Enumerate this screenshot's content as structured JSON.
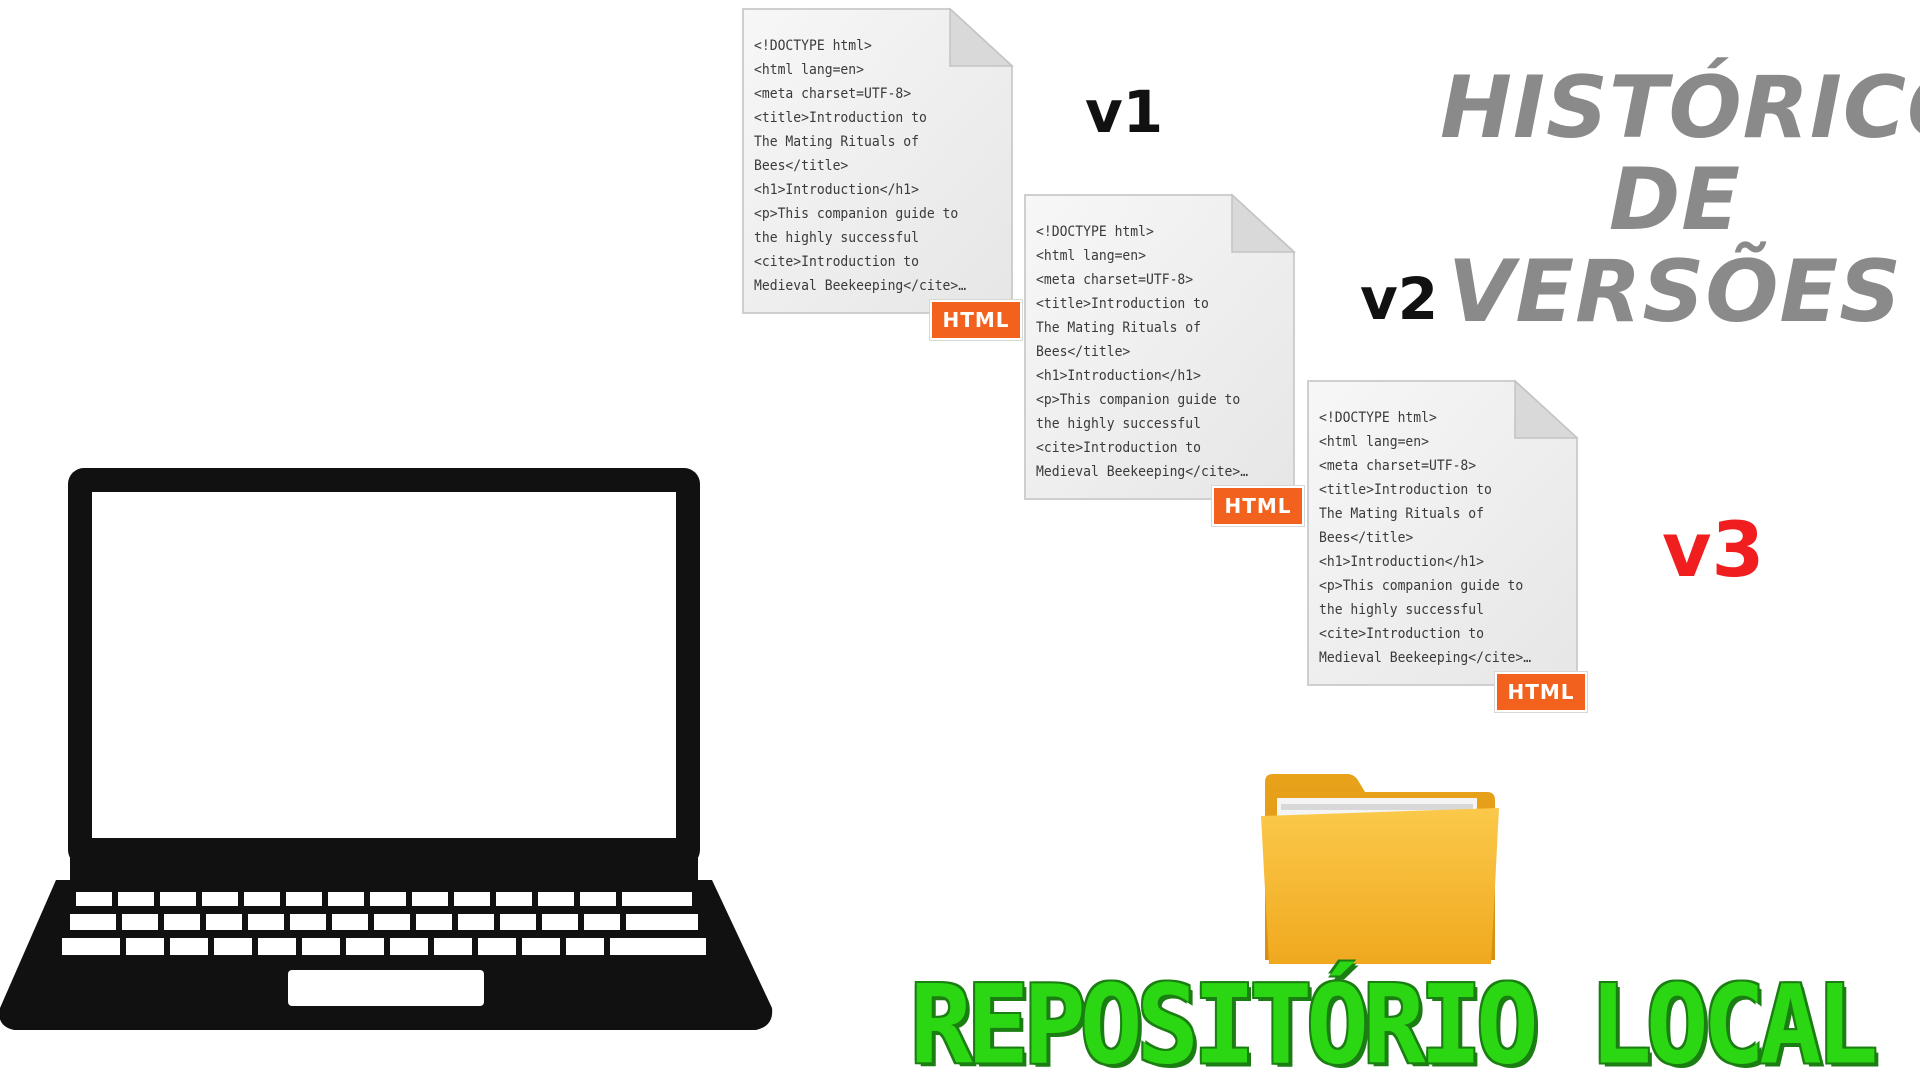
{
  "title": {
    "line1": "HISTÓRICO",
    "line2": "DE VERSÕES",
    "color": "#8a8a8a"
  },
  "documents": [
    {
      "code_lines": [
        "<!DOCTYPE html>",
        "<html lang=en>",
        "<meta charset=UTF-8>",
        "<title>Introduction to",
        "The Mating Rituals of",
        "Bees</title>",
        "<h1>Introduction</h1>",
        "<p>This companion guide to",
        "the highly successful",
        "<cite>Introduction to",
        "Medieval Beekeeping</cite>…"
      ],
      "badge": "HTML",
      "version": "v1",
      "version_color": "#111111"
    },
    {
      "code_lines": [
        "<!DOCTYPE html>",
        "<html lang=en>",
        "<meta charset=UTF-8>",
        "<title>Introduction to",
        "The Mating Rituals of",
        "Bees</title>",
        "<h1>Introduction</h1>",
        "<p>This companion guide to",
        "the highly successful",
        "<cite>Introduction to",
        "Medieval Beekeeping</cite>…"
      ],
      "badge": "HTML",
      "version": "v2",
      "version_color": "#111111"
    },
    {
      "code_lines": [
        "<!DOCTYPE html>",
        "<html lang=en>",
        "<meta charset=UTF-8>",
        "<title>Introduction to",
        "The Mating Rituals of",
        "Bees</title>",
        "<h1>Introduction</h1>",
        "<p>This companion guide to",
        "the highly successful",
        "<cite>Introduction to",
        "Medieval Beekeeping</cite>…"
      ],
      "badge": "HTML",
      "version": "v3",
      "version_color": "#f01e1e"
    }
  ],
  "icons": {
    "computer": "laptop-icon",
    "repository": "folder-icon"
  },
  "repository": {
    "label": "REPOSITÓRIO LOCAL",
    "color": "#2bd613"
  },
  "colors": {
    "badge": "#f2611d",
    "folder": "#f4b526"
  }
}
